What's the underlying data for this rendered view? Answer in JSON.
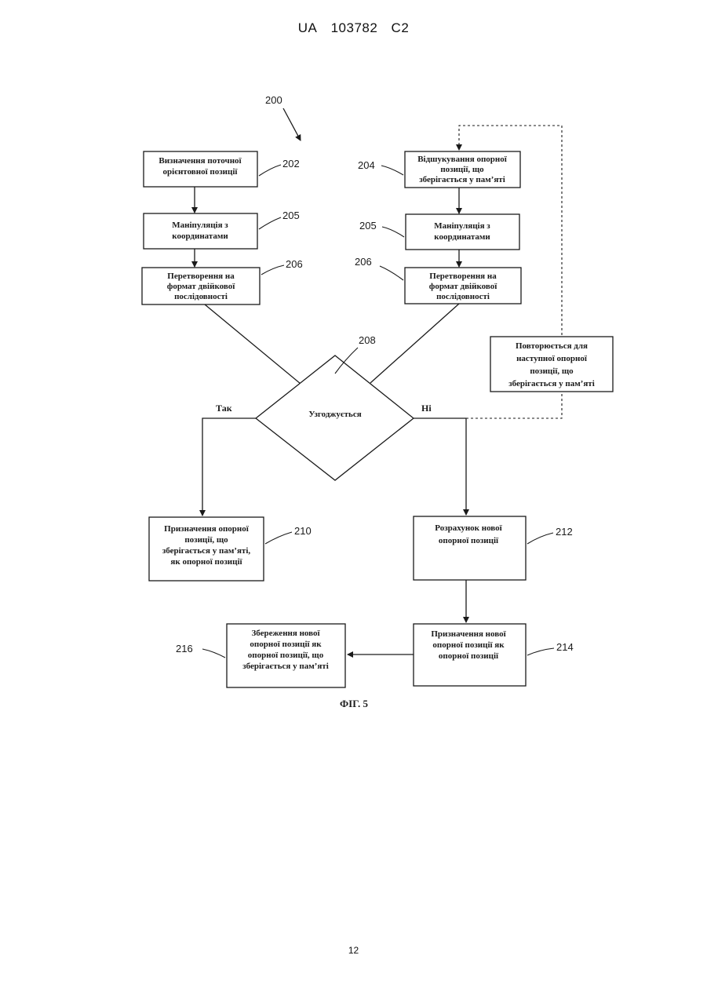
{
  "header": {
    "country": "UA",
    "number": "103782",
    "kind": "C2"
  },
  "page_number": "12",
  "figure": {
    "caption": "ФІГ. 5",
    "refs": {
      "r200": "200",
      "r202": "202",
      "r204": "204",
      "r205_left": "205",
      "r205_right": "205",
      "r206_left": "206",
      "r206_right": "206",
      "r208": "208",
      "r210": "210",
      "r212": "212",
      "r214": "214",
      "r216": "216"
    },
    "boxes": {
      "b202": [
        "Визначення поточної",
        "орієнтовної позиції"
      ],
      "b204": [
        "Відшукування опорної",
        "позиції, що",
        "зберігається у пам’яті"
      ],
      "b205_left": [
        "Маніпуляція з",
        "координатами"
      ],
      "b205_right": [
        "Маніпуляція з",
        "координатами"
      ],
      "b206_left": [
        "Перетворення на",
        "формат двійкової",
        "послідовності"
      ],
      "b206_right": [
        "Перетворення на",
        "формат двійкової",
        "послідовності"
      ],
      "decision": "Узгоджується",
      "repeat": [
        "Повторюється для",
        "наступної опорної",
        "позиції, що",
        "зберігається у пам’яті"
      ],
      "b210": [
        "Призначення опорної",
        "позиції, що",
        "зберігається у пам’яті,",
        "як опорної  позиції"
      ],
      "b212": [
        "Розрахунок нової",
        "опорної  позиції"
      ],
      "b214": [
        "Призначення нової",
        "опорної  позиції як",
        "опорної  позиції"
      ],
      "b216": [
        "Збереження нової",
        "опорної  позиції як",
        "опорної позиції, що",
        "зберігається у пам’яті"
      ]
    },
    "branch_labels": {
      "yes": "Так",
      "no": "Ні"
    }
  }
}
